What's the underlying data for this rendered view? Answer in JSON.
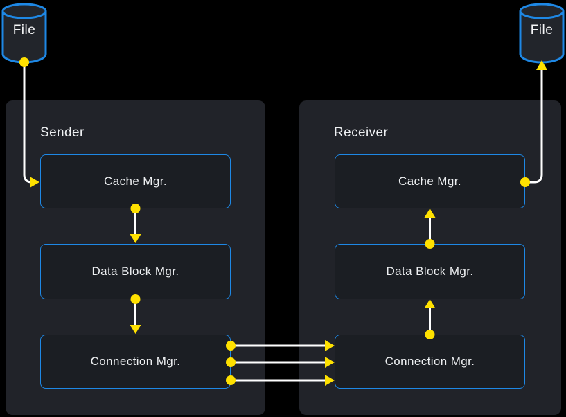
{
  "diagram": {
    "files": {
      "left": {
        "label": "File"
      },
      "right": {
        "label": "File"
      }
    },
    "sender": {
      "title": "Sender",
      "nodes": [
        {
          "label": "Cache Mgr."
        },
        {
          "label": "Data Block Mgr."
        },
        {
          "label": "Connection Mgr."
        }
      ]
    },
    "receiver": {
      "title": "Receiver",
      "nodes": [
        {
          "label": "Cache Mgr."
        },
        {
          "label": "Data Block Mgr."
        },
        {
          "label": "Connection Mgr."
        }
      ]
    },
    "colors": {
      "background": "#000000",
      "panel": "#212329",
      "node_fill": "#1b1e23",
      "accent_blue": "#1e88e5",
      "accent_yellow": "#ffe100",
      "wire_white": "#ffffff",
      "text": "#eef0f2"
    }
  }
}
